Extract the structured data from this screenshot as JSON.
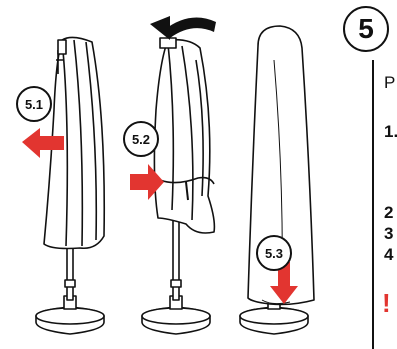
{
  "step": {
    "number": "5",
    "substeps": [
      "5.1",
      "5.2",
      "5.3"
    ]
  },
  "side_panel": {
    "fragment_1": "P",
    "fragment_2": "1.",
    "fragment_3": "2",
    "fragment_4": "3",
    "fragment_5": "4",
    "warning_mark": "!"
  },
  "colors": {
    "accent_red": "#e23530",
    "line": "#111111"
  },
  "icons": [
    "rotate-arrow-icon",
    "pull-arrow-icon",
    "push-arrow-icon",
    "down-arrow-icon"
  ]
}
